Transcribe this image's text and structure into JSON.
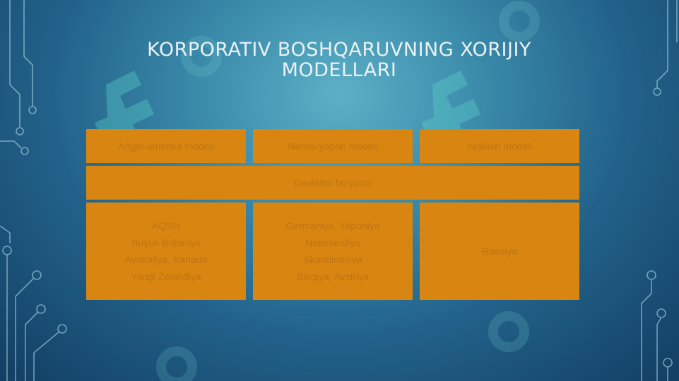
{
  "slide": {
    "title": "KORPORATIV BOSHQARUVNING XORIJIY MODELLARI"
  },
  "table": {
    "header": [
      "Anglo-amerika modeli",
      "Nemis-yapon modeli",
      "Aralash modeli"
    ],
    "span_row": "Davlatlar bo‘yicha",
    "rows": [
      "AQSH\nBuyuk Britaniya\nAvstraliya, Kanada\nYangi Zelandiya",
      "Germaniya, Yaponiya\nNiderlandiya\nSkandinaviya\nBelgiya, Avstriya",
      "Rossiya"
    ]
  },
  "colors": {
    "cell_fill": "#d88512",
    "cell_text": "#c07410",
    "title_text": "#e9f2f5"
  }
}
